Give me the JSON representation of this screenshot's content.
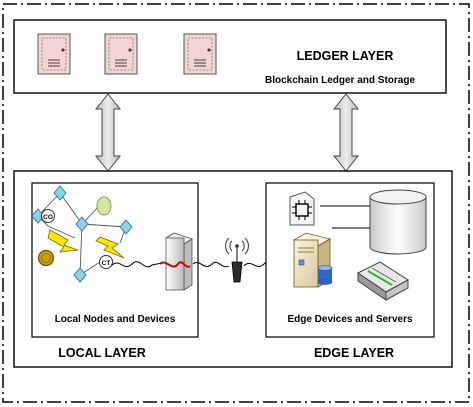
{
  "ledger_layer": {
    "title": "LEDGER LAYER",
    "subtitle": "Blockchain Ledger and Storage",
    "server_icon_count": 3
  },
  "local_layer": {
    "title": "LOCAL LAYER",
    "panel_caption": "Local Nodes and Devices",
    "node_tags": [
      "CO",
      "CT"
    ]
  },
  "edge_layer": {
    "title": "EDGE LAYER",
    "panel_caption": "Edge Devices and Servers"
  },
  "icons": [
    "server-icon",
    "wireless-antenna-icon",
    "database-icon",
    "processor-chip-icon",
    "edge-server-icon",
    "router-icon",
    "bidirectional-arrow-icon",
    "lightning-bolt-icon"
  ],
  "colors": {
    "server_fill": "#f2d4d4",
    "node_fill": "#8fd0e6",
    "leaf_fill": "#d2e6a4",
    "coin_fill": "#c9a200",
    "bolt_fill": "#ffe600",
    "arrow_fill": "#d9d9d9",
    "signal_red": "#d00000"
  }
}
